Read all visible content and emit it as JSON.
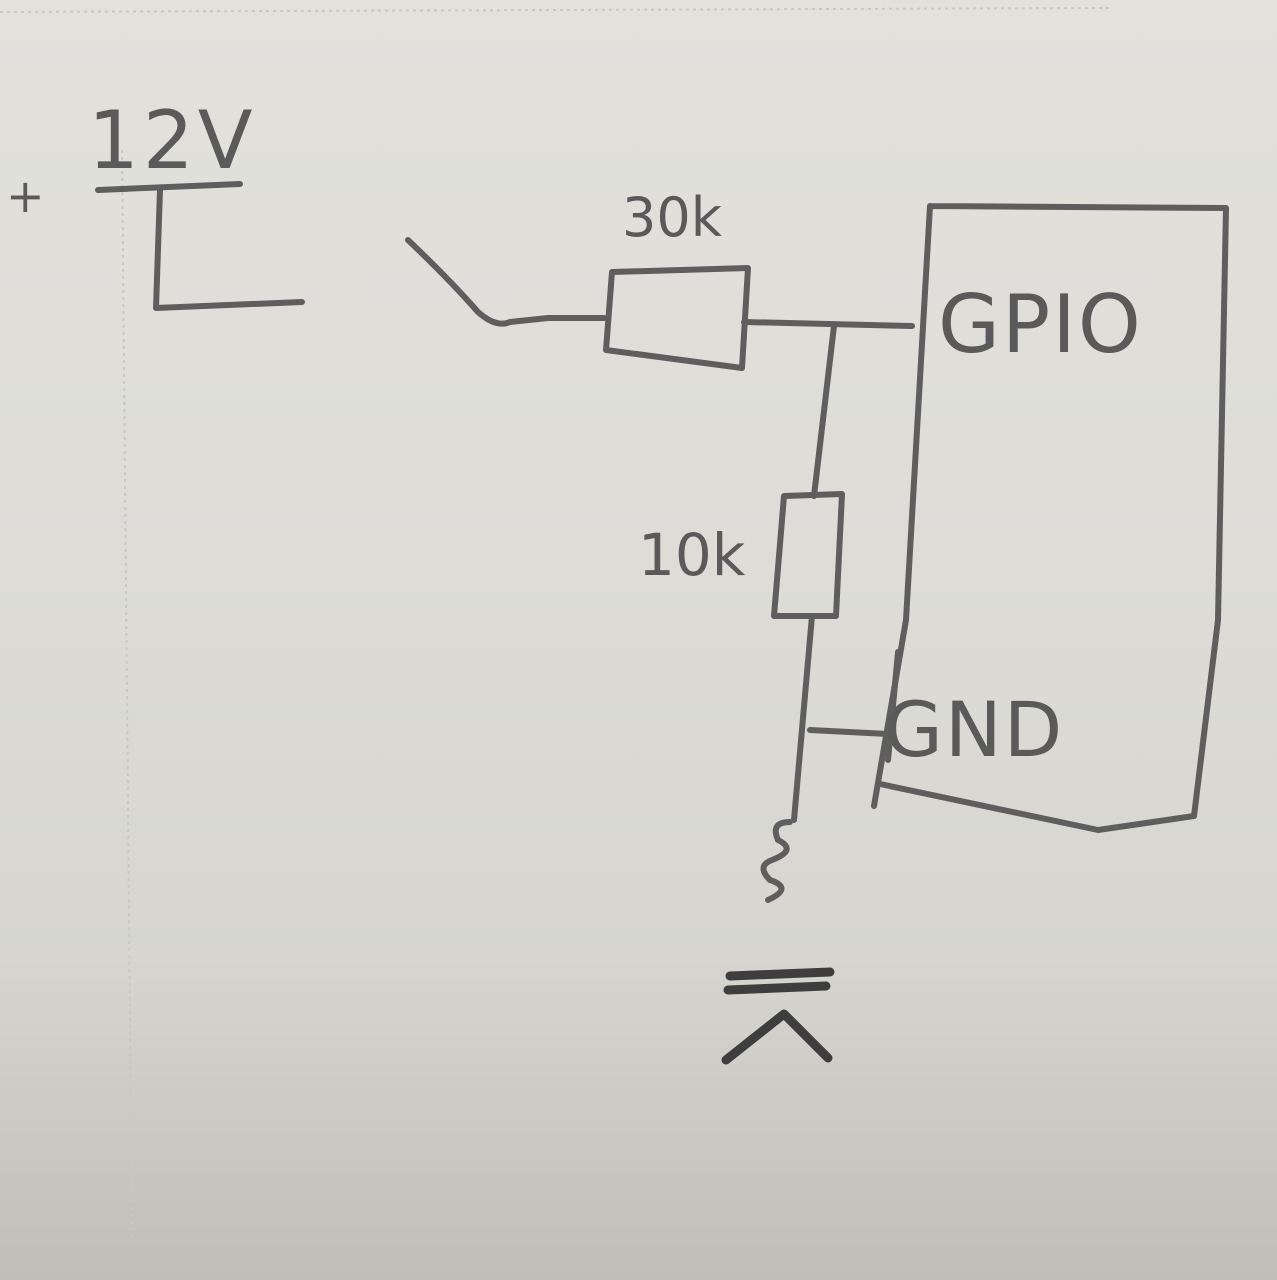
{
  "diagram": {
    "labels": {
      "supply": "12V",
      "supply_sign": "+",
      "top_resistor": "30k",
      "bottom_resistor": "10k",
      "gpio_pin": "GPIO",
      "gnd_pin": "GND"
    }
  }
}
